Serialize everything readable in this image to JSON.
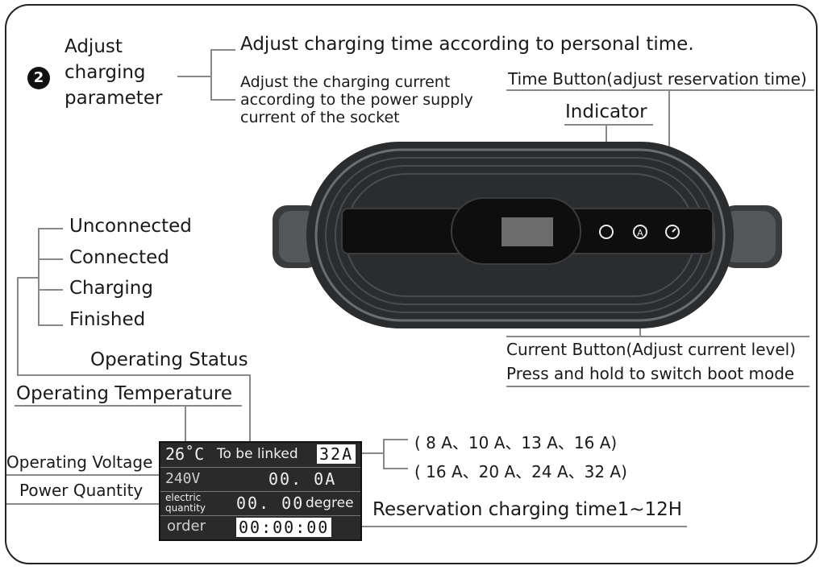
{
  "step": {
    "number": "2",
    "title_lines": [
      "Adjust",
      "charging",
      "parameter"
    ],
    "item_1": "Adjust charging time according to personal time.",
    "item_2_lines": [
      "Adjust the charging current",
      "according to the power supply",
      "current of the socket"
    ]
  },
  "callouts": {
    "time_button": "Time Button(adjust reservation time)",
    "indicator": "Indicator",
    "current_button_1": "Current Button(Adjust current level)",
    "current_button_2": "Press and hold to switch boot mode"
  },
  "status_list": [
    "Unconnected",
    "Connected",
    "Charging",
    "Finished"
  ],
  "display_labels": {
    "operating_status": "Operating Status",
    "operating_temperature": "Operating Temperature",
    "operating_voltage": "Operating Voltage",
    "power_quantity": "Power Quantity",
    "reservation": "Reservation charging time1~12H"
  },
  "current_levels": [
    "( 8 A、10 A、13 A、16 A)",
    "( 16 A、20 A、24 A、32 A)"
  ],
  "lcd": {
    "temperature": "26˚C",
    "status": "To be linked",
    "current_setting": "32A",
    "voltage": "240V",
    "current": "00. 0A",
    "energy_label_1": "electric",
    "energy_label_2": "quantity",
    "energy_value": "00. 00",
    "energy_unit": "degree",
    "order_label": "order",
    "order_time": "00:00:00"
  },
  "device_buttons": {
    "current_button_symbol": "A"
  }
}
